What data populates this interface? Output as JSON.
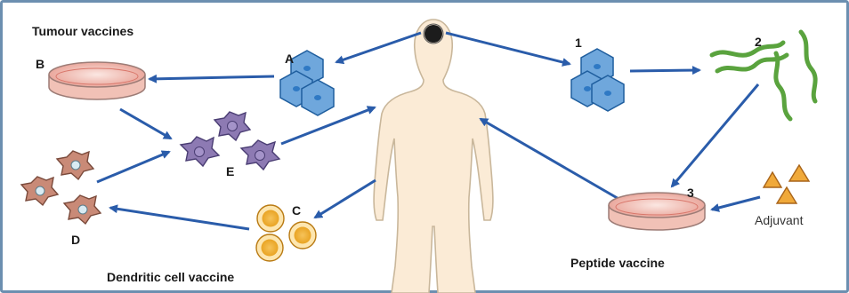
{
  "headings": {
    "tumour_vaccines": "Tumour vaccines",
    "dendritic_cell_vaccine": "Dendritic cell vaccine",
    "peptide_vaccine": "Peptide vaccine"
  },
  "labels": {
    "A": "A",
    "B": "B",
    "C": "C",
    "D": "D",
    "E": "E",
    "one": "1",
    "two": "2",
    "three": "3",
    "adjuvant": "Adjuvant"
  },
  "colors": {
    "frame": "#6c8fb0",
    "arrow": "#2a5caa",
    "body_fill": "#fbebd6",
    "body_stroke": "#c9b79b",
    "tumour_cell": "#6fa7dc",
    "tumour_nucleus": "#2f79c4",
    "dish_fill": "#f6d7cf",
    "dish_rim": "#d9776b",
    "dendritic_cell": "#c98a77",
    "e_cell": "#8d7ab3",
    "c_cell": "#f2b33a",
    "peptide": "#5aa33e",
    "adjuvant": "#f0a93a"
  },
  "icons": [
    "tumour-cell-cluster-icon",
    "culture-dish-icon",
    "dendritic-cell-icon",
    "peptide-strand-icon",
    "adjuvant-triangle-icon",
    "human-body-icon"
  ]
}
